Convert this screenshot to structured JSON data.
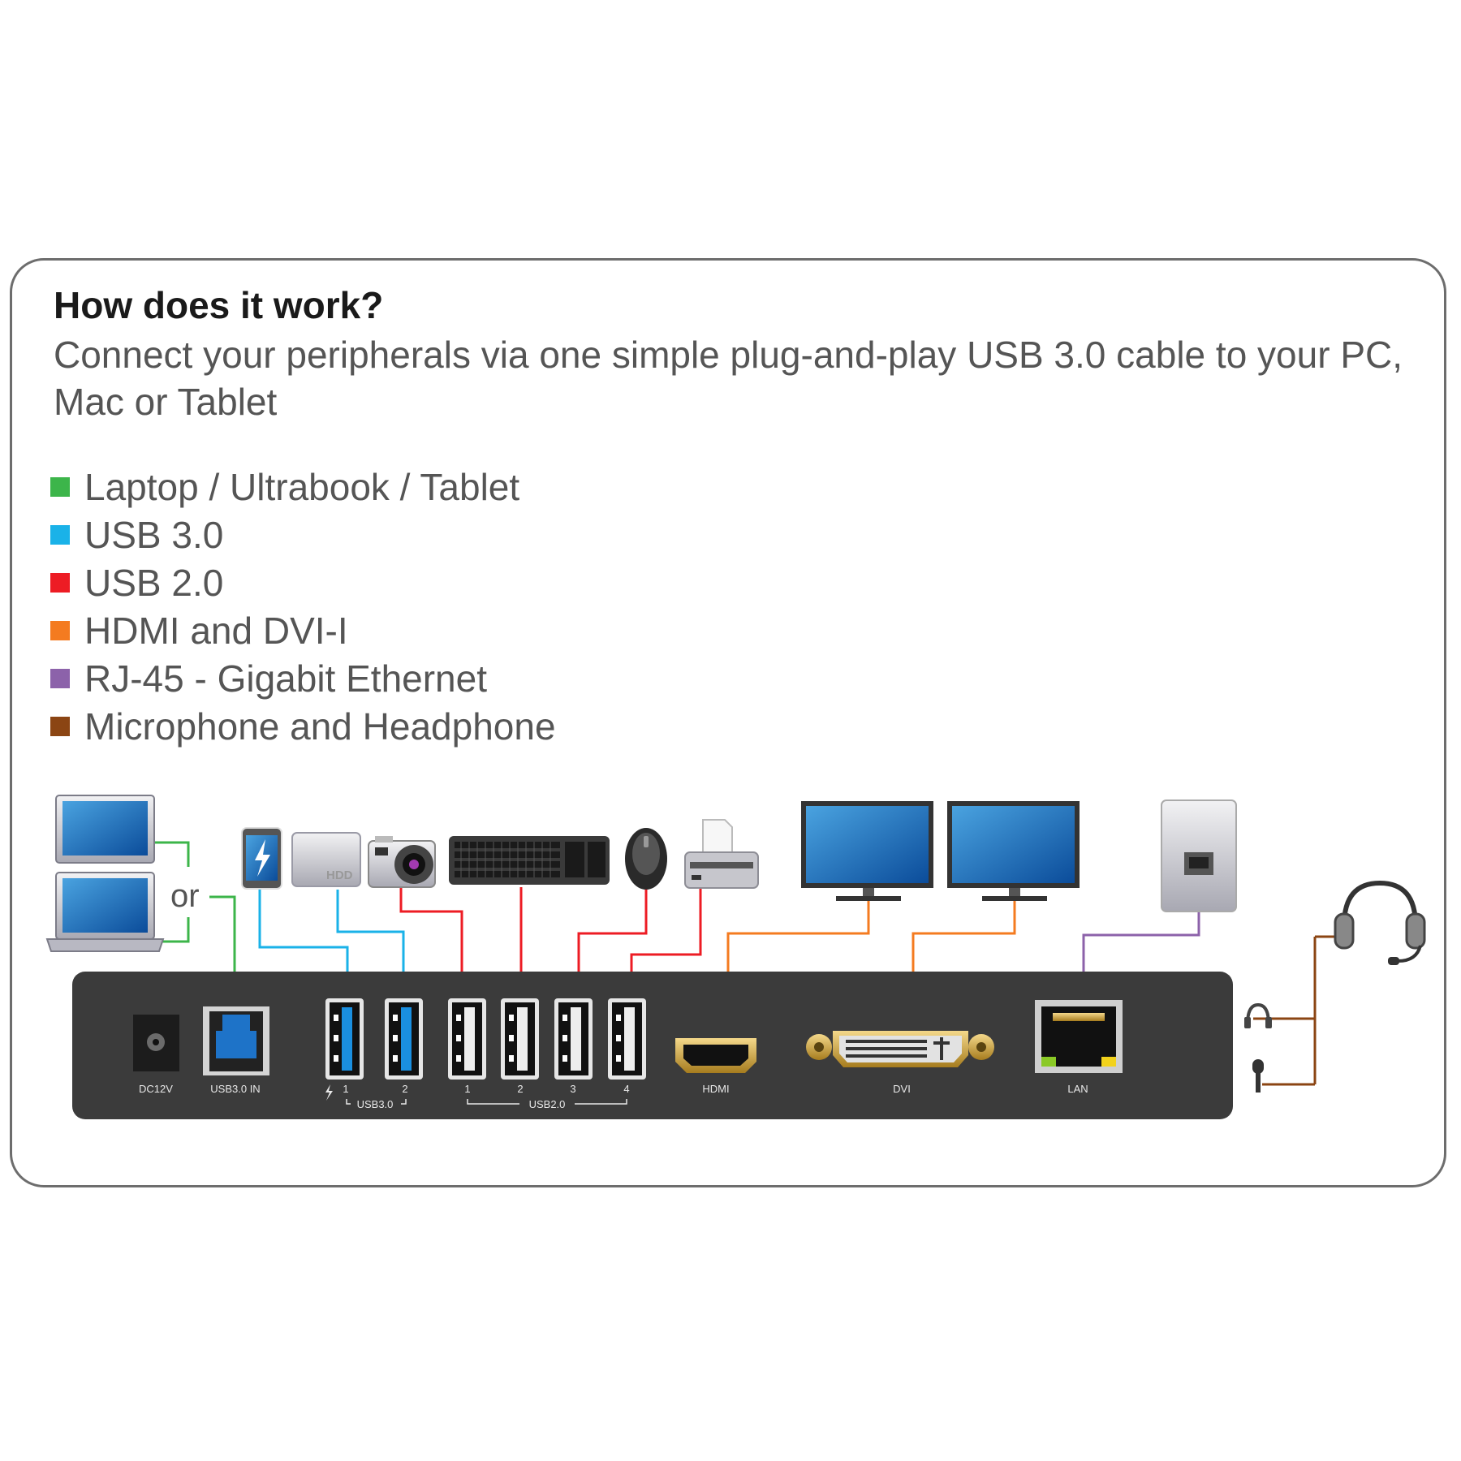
{
  "heading": {
    "title": "How does it work?",
    "subtitle": "Connect your peripherals via one simple plug-and-play USB 3.0 cable to your PC, Mac or Tablet"
  },
  "legend": [
    {
      "label": "Laptop / Ultrabook / Tablet",
      "color": "#3cb54a"
    },
    {
      "label": "USB 3.0",
      "color": "#1ab2e8"
    },
    {
      "label": "USB 2.0",
      "color": "#ed1c24"
    },
    {
      "label": "HDMI and DVI-I",
      "color": "#f47b20"
    },
    {
      "label": "RJ-45 - Gigabit Ethernet",
      "color": "#8c62aa"
    },
    {
      "label": "Microphone and Headphone",
      "color": "#8b4513"
    }
  ],
  "diagram": {
    "or_label": "or",
    "hdd_label": "HDD",
    "ports": {
      "dc": "DC12V",
      "usb_in": "USB3.0 IN",
      "usb3_1": "1",
      "usb3_2": "2",
      "usb3_group": "USB3.0",
      "usb2_1": "1",
      "usb2_2": "2",
      "usb2_3": "3",
      "usb2_4": "4",
      "usb2_group": "USB2.0",
      "hdmi": "HDMI",
      "dvi": "DVI",
      "lan": "LAN"
    },
    "icons": [
      "laptop-icon",
      "tablet-icon",
      "phone-icon",
      "hdd-icon",
      "camera-icon",
      "keyboard-icon",
      "mouse-icon",
      "printer-icon",
      "monitor-icon",
      "wall-jack-icon",
      "headset-icon",
      "headphone-icon",
      "microphone-icon"
    ]
  }
}
